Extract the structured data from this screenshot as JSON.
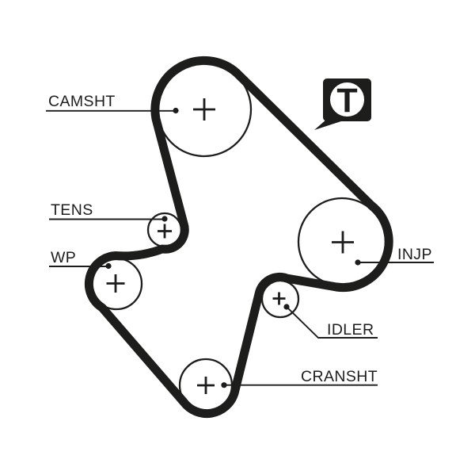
{
  "labels": {
    "camsht": "CAMSHT",
    "tens": "TENS",
    "wp": "WP",
    "injp": "INJP",
    "idler": "IDLER",
    "cransht": "CRANSHT"
  },
  "t_icon": {
    "letter": "T"
  },
  "colors": {
    "ink": "#1d1d1b",
    "background": "#ffffff"
  }
}
